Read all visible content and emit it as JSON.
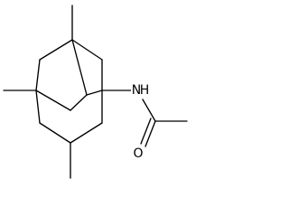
{
  "structure": {
    "atoms": {
      "nitrogen": "N",
      "hydrogen": "H",
      "oxygen": "O"
    },
    "colors": {
      "bond": "#000000",
      "label": "#000000",
      "background": "#ffffff"
    }
  }
}
